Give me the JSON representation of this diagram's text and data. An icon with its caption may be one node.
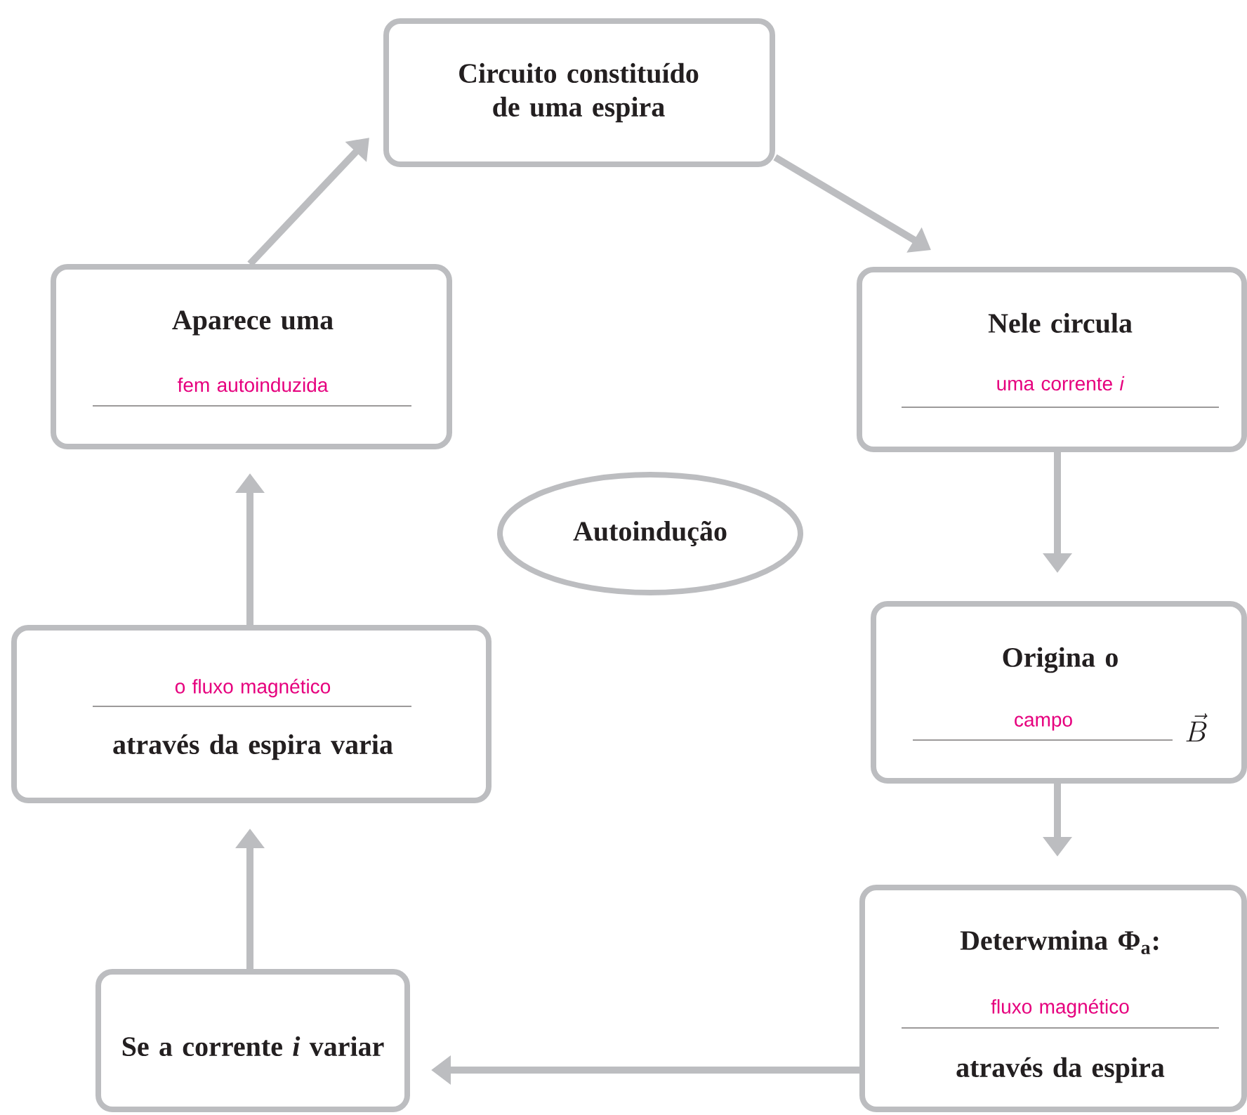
{
  "diagram": {
    "nodes": [
      {
        "text": [
          "Circuito constituído de uma espira"
        ]
      },
      {
        "text": [
          "Nele circula",
          "uma corrente *i*"
        ]
      },
      {
        "text": [
          "Origina o",
          "campo",
          "\\vec{B}"
        ]
      },
      {
        "text": [
          "Deterwmina Φ$_{a}$:",
          "fluxo magnético",
          "através da espira"
        ]
      },
      {
        "text": [
          "Se a corrente *i* variar"
        ]
      },
      {
        "text": [
          "o fluxo magnético",
          "através da espira varia"
        ]
      },
      {
        "text": [
          "Aparece uma",
          "fem autoinduzida"
        ]
      },
      {
        "text": [
          "Autoindução"
        ]
      }
    ],
    "edges": [
      {
        "from": 0,
        "to": 1,
        "arrow": "to"
      },
      {
        "from": 1,
        "to": 2,
        "arrow": "to"
      },
      {
        "from": 2,
        "to": 3,
        "arrow": "to"
      },
      {
        "from": 3,
        "to": 4,
        "arrow": "to"
      },
      {
        "from": 4,
        "to": 5,
        "arrow": "to"
      },
      {
        "from": 5,
        "to": 6,
        "arrow": "to"
      },
      {
        "from": 6,
        "to": 0,
        "arrow": "to"
      }
    ]
  }
}
